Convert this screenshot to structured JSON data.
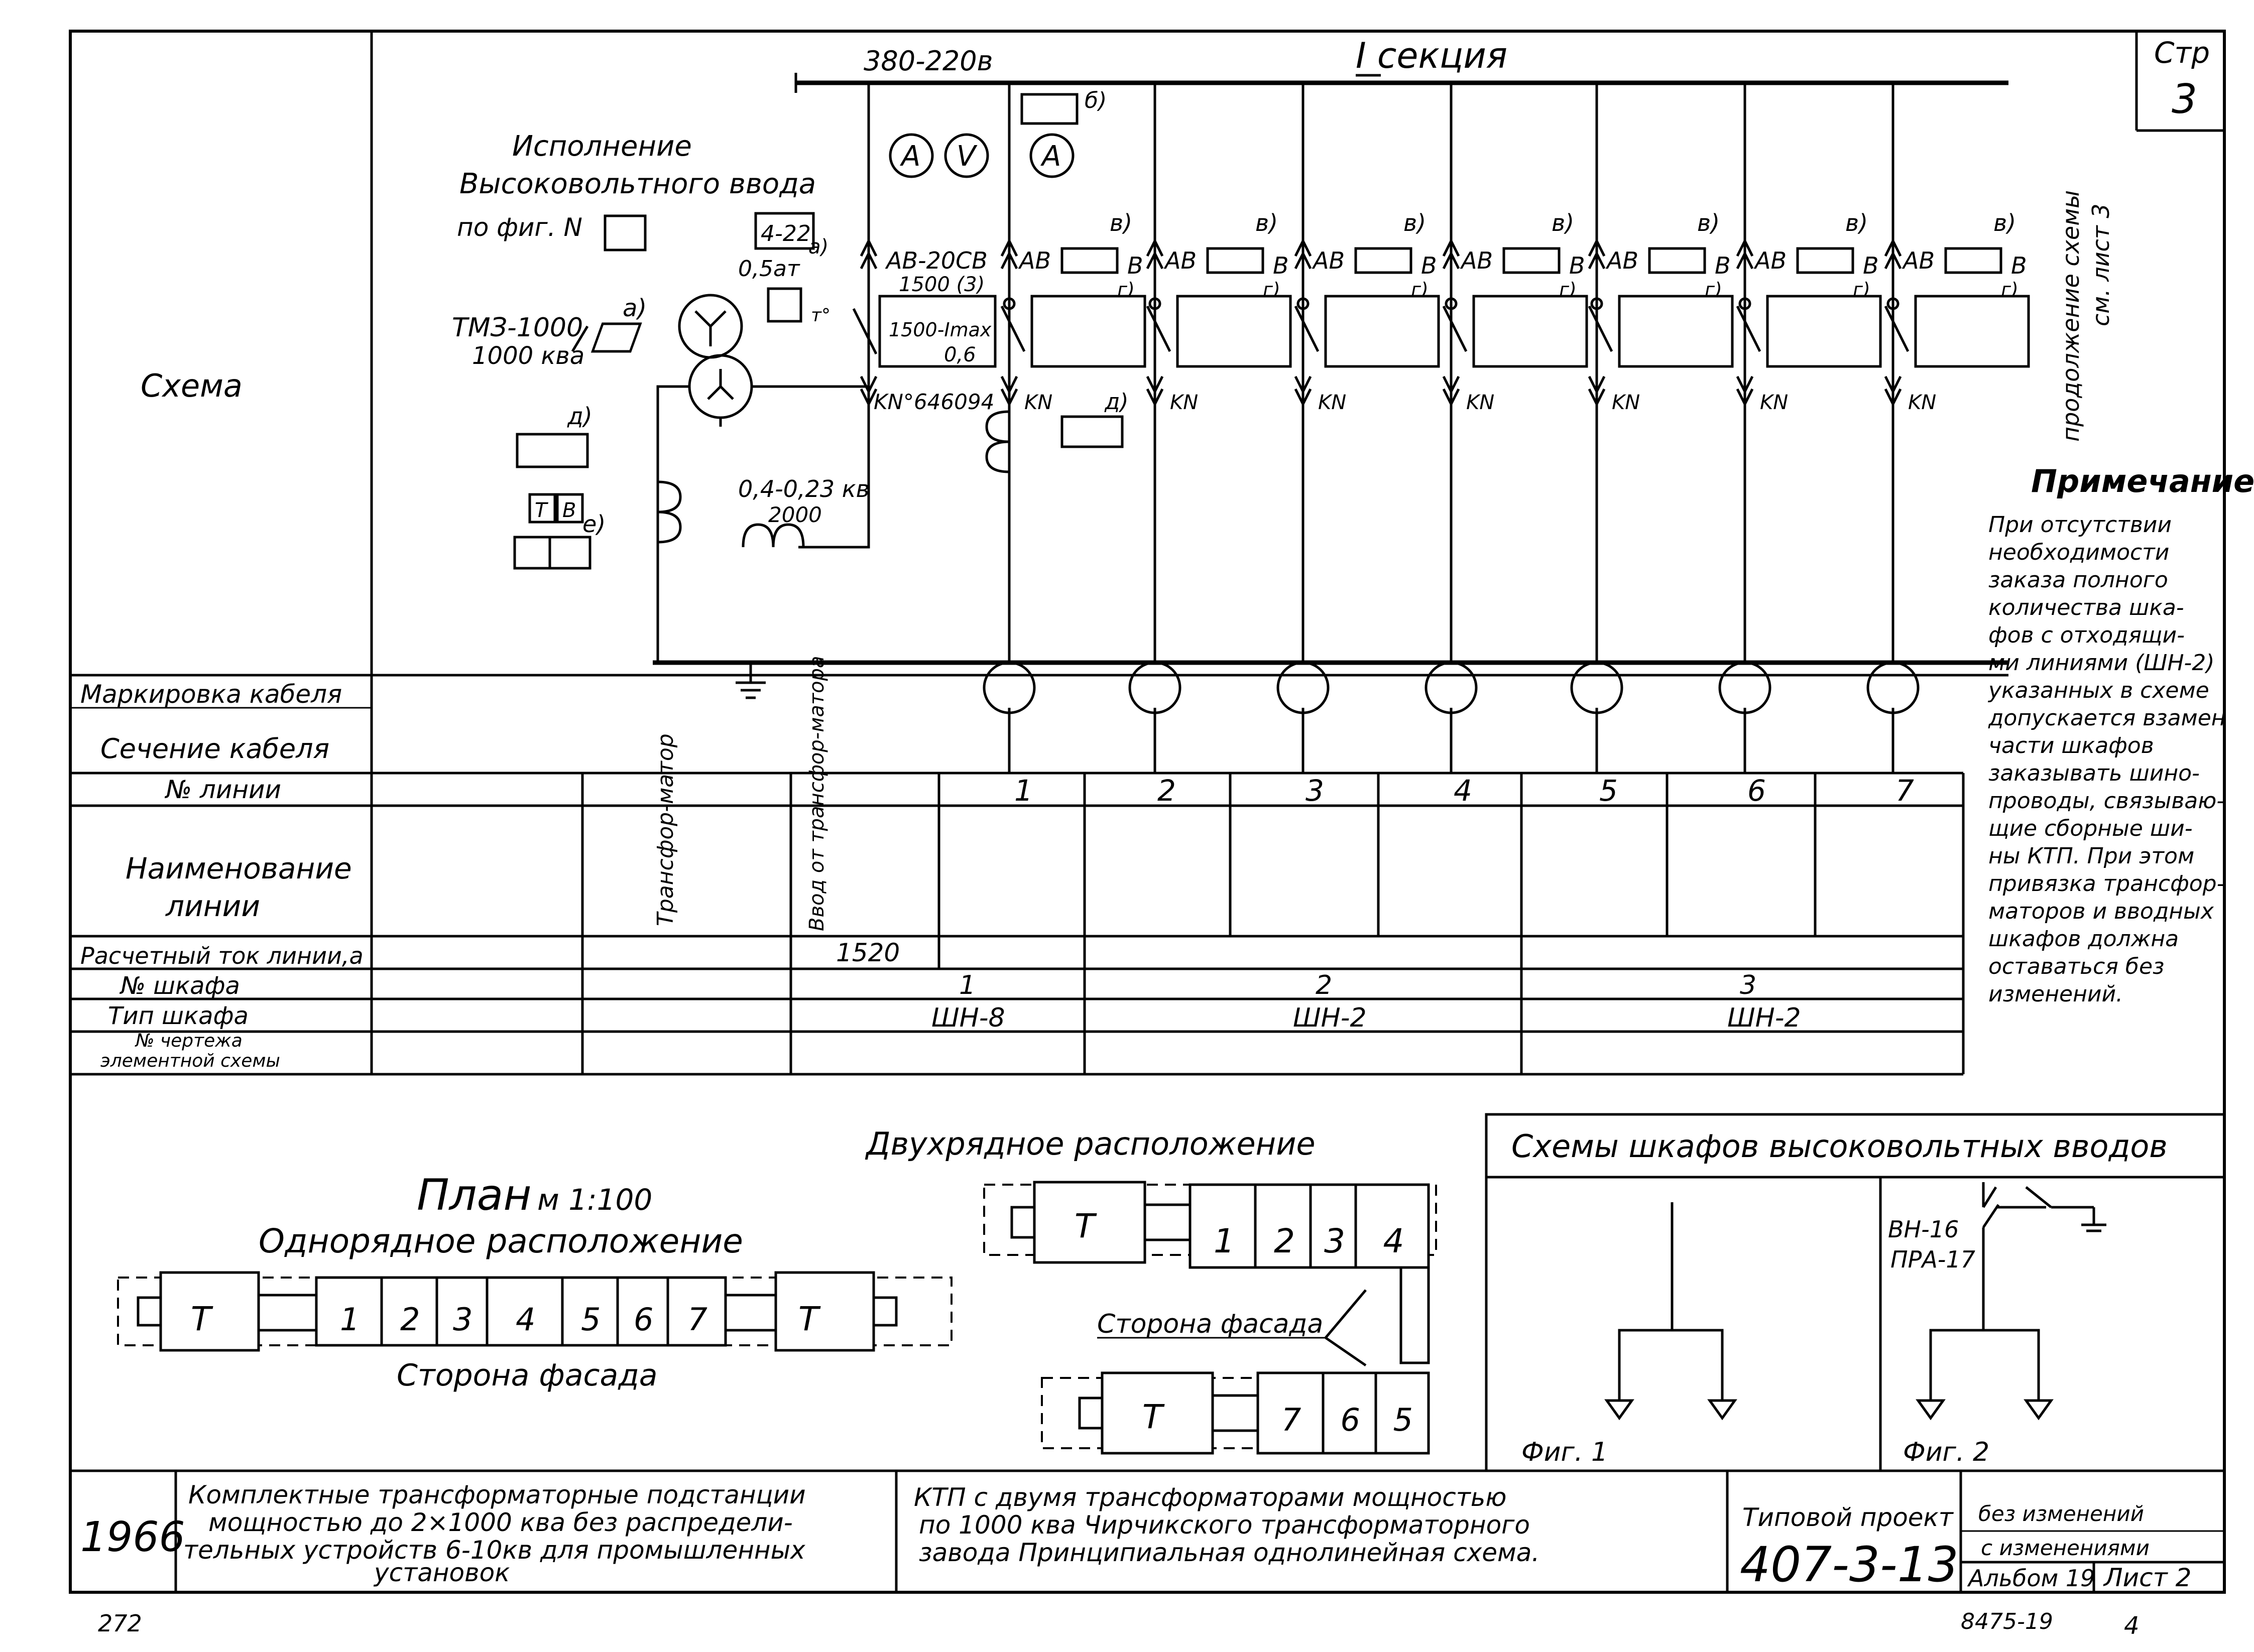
{
  "sheet": {
    "page_corner_label": "Стр",
    "page_corner_number": "3",
    "title_section": "I секция",
    "voltage_bus": "380-220в",
    "continuation_note": "продолжение схемы",
    "continuation_note2": "см. лист 3"
  },
  "left_labels": {
    "scheme": "Схема",
    "cable_marking": "Маркировка кабеля",
    "cable_section": "Сечение кабеля",
    "line_no": "№ линии",
    "line_name_1": "Наименование",
    "line_name_2": "линии",
    "calc_current": "Расчетный ток линии,а",
    "cabinet_no": "№ шкафа",
    "cabinet_type": "Тип шкафа",
    "drawing_no_1": "№ чертежа",
    "drawing_no_2": "элементной схемы"
  },
  "hv_block": {
    "execution_1": "Исполнение",
    "execution_2": "Высоковольтного ввода",
    "execution_3": "по фиг. N",
    "transformer_1": "ТМЗ-1000",
    "transformer_2": "1000 ква",
    "label_a": "а)",
    "label_d": "д)",
    "label_e": "е)",
    "tv": "Т",
    "tv2": "В",
    "lv_voltage": "0,4-0,23 кв",
    "lv_ct": "2000",
    "pressure": "0,5ат",
    "pressure_tag": "а)",
    "deg": "т°",
    "rating_box": "4-22"
  },
  "input_cabinet": {
    "breaker": "АВ-20СВ",
    "breaker_sub": "1500 (3)",
    "setting": "1500-Imax",
    "setting2": "0,6",
    "kn": "KN°646094",
    "meters": [
      "A",
      "V",
      "A"
    ],
    "tag_b": "б)",
    "tag_d": "д)"
  },
  "feeders": {
    "breaker_label": "АВ",
    "b_label": "В",
    "v_tag": "в)",
    "g_tag": "г)",
    "kn": "KN",
    "numbers": [
      "1",
      "2",
      "3",
      "4",
      "5",
      "6",
      "7"
    ]
  },
  "table": {
    "transformer_col": "Трансфор-матор",
    "input_col": "Ввод от трансфор-матора",
    "input_current": "1520",
    "cabinet_numbers": [
      "1",
      "2",
      "3"
    ],
    "cabinet_types": [
      "ШН-8",
      "ШН-2",
      "ШН-2"
    ]
  },
  "note": {
    "title": "Примечание",
    "lines": [
      "При отсутствии",
      "необходимости",
      "заказа полного",
      "количества шка-",
      "фов с отходящи-",
      "ми линиями (ШН-2)",
      "указанных в схеме",
      "допускается взамен",
      "части шкафов",
      "заказывать шино-",
      "проводы, связываю-",
      "щие сборные ши-",
      "ны КТП. При этом",
      "привязка трансфор-",
      "маторов и вводных",
      "шкафов должна",
      "оставаться без",
      "изменений."
    ]
  },
  "plan": {
    "title": "План",
    "scale": "м 1:100",
    "single_row": "Однорядное расположение",
    "double_row": "Двухрядное расположение",
    "facade": "Сторона фасада",
    "facade2": "Сторона фасада",
    "t": "Т",
    "single_cells": [
      "1",
      "2",
      "3",
      "4",
      "5",
      "6",
      "7"
    ],
    "double_top": [
      "1",
      "2",
      "3",
      "4"
    ],
    "double_bottom": [
      "7",
      "6",
      "5"
    ]
  },
  "hv_schemes": {
    "title": "Схемы шкафов высоковольтных вводов",
    "fig1": "Фиг. 1",
    "fig2": "Фиг. 2",
    "vn": "ВН-16",
    "pra": "ПРА-17"
  },
  "title_block": {
    "year": "1966",
    "desc_1": "Комплектные трансформаторные подстанции",
    "desc_2": "мощностью до 2×1000 ква без распредели-",
    "desc_3": "тельных устройств 6-10кв для промышленных",
    "desc_4": "установок",
    "ktp_1": "КТП с двумя трансформаторами мощностью",
    "ktp_2": "по 1000 ква Чирчикского трансформаторного",
    "ktp_3": "завода   Принципиальная однолинейная схема.",
    "project_label": "Типовой проект",
    "project_no": "407-3-13",
    "no_changes": "без изменений",
    "with_changes": "с изменениями",
    "album": "Альбом 19",
    "sheet": "Лист 2",
    "footer_left": "272",
    "footer_right": "8475-19",
    "footer_num": "4"
  }
}
